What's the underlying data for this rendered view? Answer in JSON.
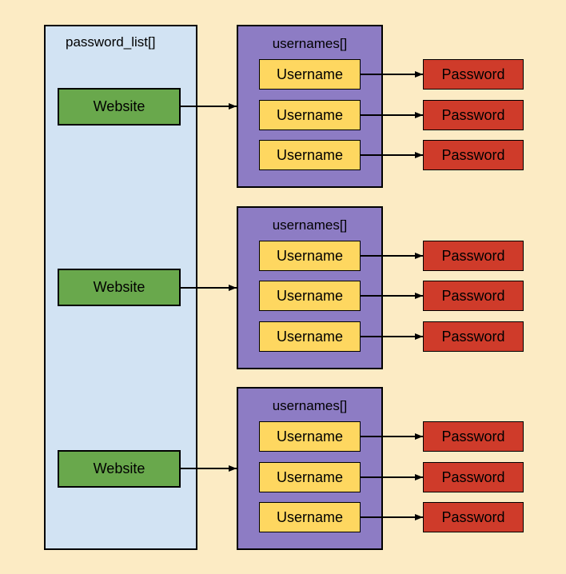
{
  "password_list": {
    "title": "password_list[]",
    "websites": [
      "Website",
      "Website",
      "Website"
    ]
  },
  "groups": [
    {
      "title": "usernames[]",
      "rows": [
        {
          "username": "Username",
          "password": "Password"
        },
        {
          "username": "Username",
          "password": "Password"
        },
        {
          "username": "Username",
          "password": "Password"
        }
      ]
    },
    {
      "title": "usernames[]",
      "rows": [
        {
          "username": "Username",
          "password": "Password"
        },
        {
          "username": "Username",
          "password": "Password"
        },
        {
          "username": "Username",
          "password": "Password"
        }
      ]
    },
    {
      "title": "usernames[]",
      "rows": [
        {
          "username": "Username",
          "password": "Password"
        },
        {
          "username": "Username",
          "password": "Password"
        },
        {
          "username": "Username",
          "password": "Password"
        }
      ]
    }
  ],
  "colors": {
    "background": "#fcebc4",
    "list_fill": "#d2e3f3",
    "website_fill": "#69a84c",
    "group_fill": "#8d7cc4",
    "username_fill": "#fed760",
    "password_fill": "#cf3b2a"
  }
}
